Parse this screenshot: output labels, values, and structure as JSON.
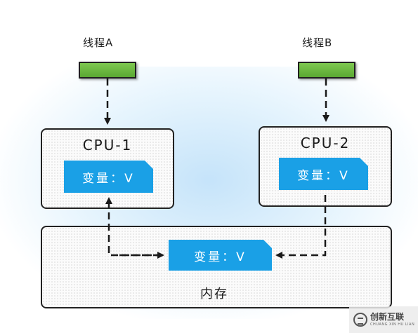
{
  "thread_a": {
    "label": "线程A"
  },
  "thread_b": {
    "label": "线程B"
  },
  "cpu1": {
    "title": "CPU-1",
    "variable": "变量：V"
  },
  "cpu2": {
    "title": "CPU-2",
    "variable": "变量：V"
  },
  "memory": {
    "title": "内存",
    "variable": "变量：V"
  },
  "watermark": {
    "text": "创新互联",
    "sub": "CHUANG XIN HU LIAN"
  },
  "colors": {
    "thread_green": "#6cbd45",
    "variable_blue": "#1aa0e6",
    "glow_blue": "#96cdf5",
    "line": "#1a1a1a"
  }
}
